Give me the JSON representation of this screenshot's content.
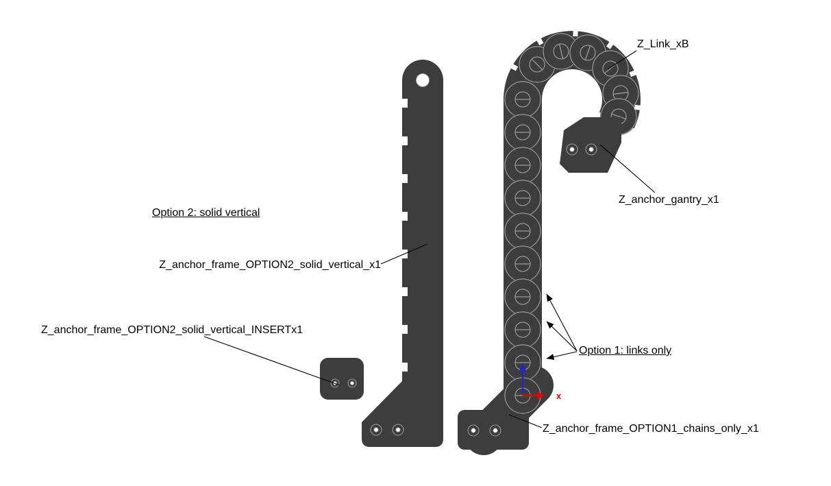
{
  "diagram": {
    "labels": {
      "z_link": "Z_Link_xB",
      "z_anchor_gantry": "Z_anchor_gantry_x1",
      "option2_heading": "Option 2: solid vertical",
      "option2_part": "Z_anchor_frame_OPTION2_solid_vertical_x1",
      "option2_insert": "Z_anchor_frame_OPTION2_solid_vertical_INSERTx1",
      "option1_heading": "Option 1: links only",
      "option1_part": "Z_anchor_frame_OPTION1_chains_only_x1"
    },
    "axes": {
      "x_label": "x"
    },
    "colors": {
      "part_fill": "#3d3d3d",
      "part_outline": "#9a9a9a",
      "leader_line": "#000000",
      "label_text": "#000000",
      "axis_x": "#e10000",
      "axis_z": "#2525cc",
      "background": "#ffffff"
    }
  }
}
